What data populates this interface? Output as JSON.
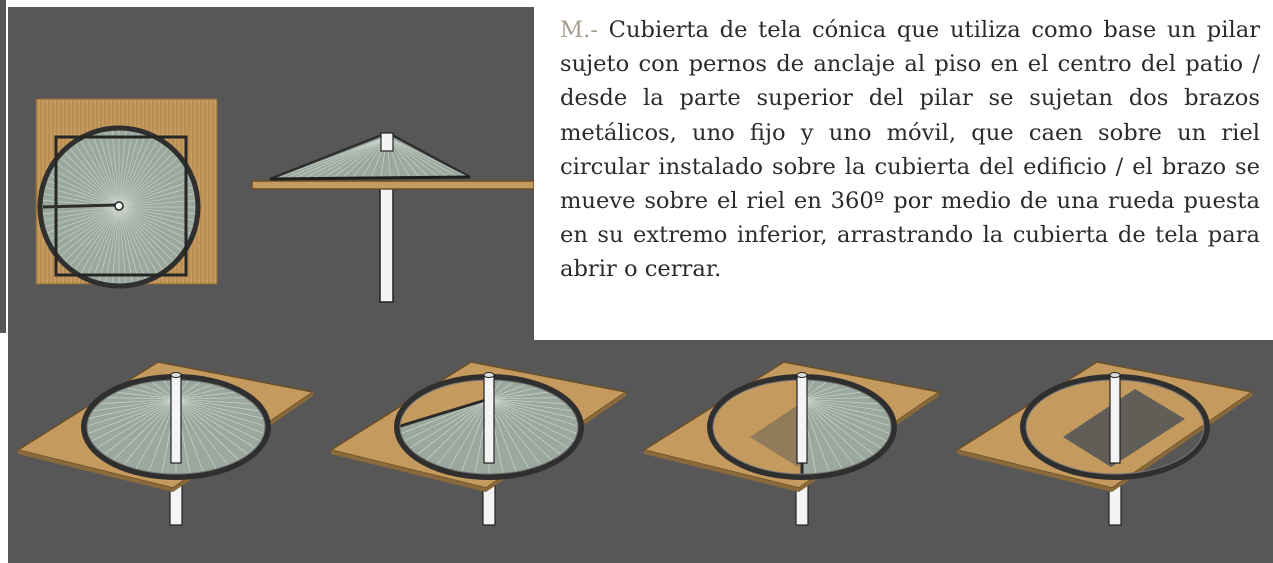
{
  "description": {
    "lead": "M.-",
    "text": "Cubierta de tela cónica que utiliza como base un pilar sujeto con pernos de anclaje al piso en el centro del patio / desde la parte superior del pilar se sujetan dos brazos metálicos, uno fijo y uno móvil, que caen sobre un riel circular instalado sobre la cubierta del edificio / el brazo se mueve sobre el riel en 360º por medio de una rueda puesta en su extremo inferior, arrastrando la cubierta de tela para abrir o cerrar."
  },
  "colors": {
    "background": "#575757",
    "wood": "#c49a5e",
    "canvas": "#9aa89e",
    "ring": "#2f2f2f",
    "pillar": "#f4f4f4",
    "lead_text": "#a79d8f"
  },
  "sequence": {
    "stages": [
      {
        "canopy": "closed",
        "covered_fraction": 1.0
      },
      {
        "canopy": "opening",
        "covered_fraction": 0.75
      },
      {
        "canopy": "half-open",
        "covered_fraction": 0.5
      },
      {
        "canopy": "open",
        "covered_fraction": 0.0
      }
    ]
  }
}
